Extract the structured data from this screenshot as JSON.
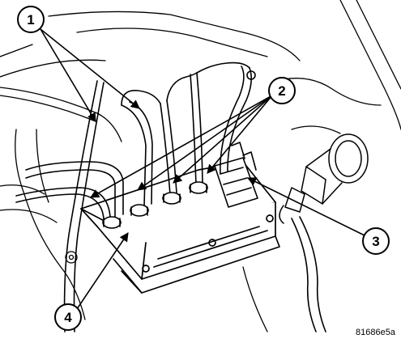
{
  "figure": {
    "id_code": "81686e5a",
    "callouts": [
      {
        "number": "1"
      },
      {
        "number": "2"
      },
      {
        "number": "3"
      },
      {
        "number": "4"
      }
    ]
  }
}
